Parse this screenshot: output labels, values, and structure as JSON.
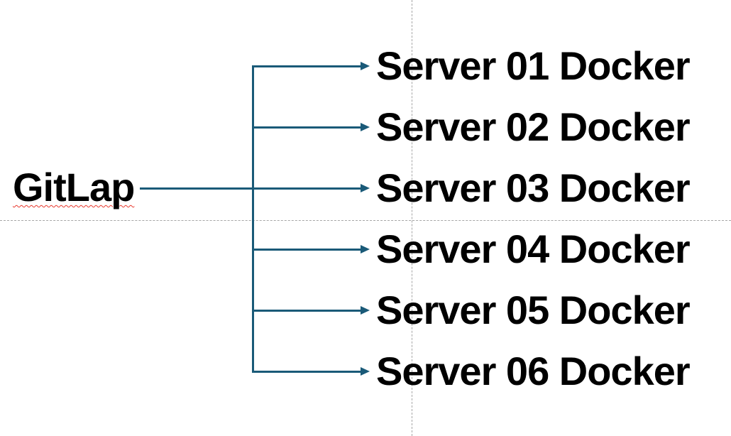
{
  "slide": {
    "type": "tree-diagram",
    "root_label": "GitLap",
    "servers": [
      {
        "label": "Server 01 Docker"
      },
      {
        "label": "Server 02 Docker"
      },
      {
        "label": "Server 03 Docker"
      },
      {
        "label": "Server 04 Docker"
      },
      {
        "label": "Server 05 Docker"
      },
      {
        "label": "Server 06 Docker"
      }
    ]
  },
  "colors": {
    "connector": "#1a5a78",
    "text": "#000000",
    "guide": "#a6a6a6",
    "spellcheck": "#e8372c"
  }
}
